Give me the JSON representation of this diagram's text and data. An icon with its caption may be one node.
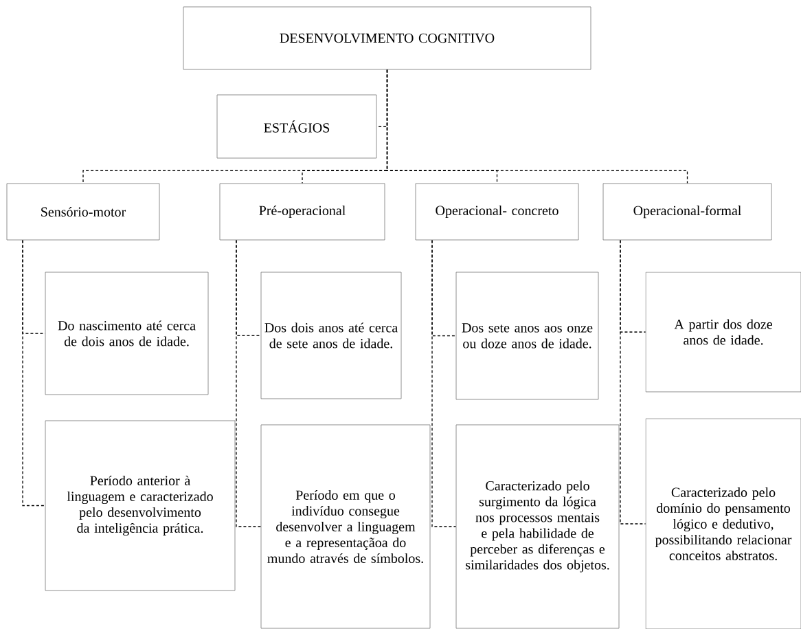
{
  "diagram": {
    "nodes": [
      {
        "text": [
          "DESENVOLVIMENTO COGNITIVO"
        ]
      },
      {
        "text": [
          "ESTÁGIOS"
        ]
      },
      {
        "text": [
          "Sensório-motor"
        ]
      },
      {
        "text": [
          "Pré-operacional"
        ]
      },
      {
        "text": [
          "Operacional- concreto"
        ]
      },
      {
        "text": [
          "Operacional-formal"
        ]
      },
      {
        "text": [
          "Do nascimento até cerca de dois anos de idade."
        ]
      },
      {
        "text": [
          "Dos dois anos até cerca de sete anos de idade."
        ]
      },
      {
        "text": [
          "Dos sete anos aos onze ou doze anos de idade."
        ]
      },
      {
        "text": [
          "A partir dos doze anos de idade."
        ]
      },
      {
        "text": [
          "Período anterior à linguagem e caracterizado pelo desenvolvimento da inteligência prática."
        ]
      },
      {
        "text": [
          "Período em que o indivíduo consegue desenvolver a linguagem e a representaçãoa do mundo através de símbolos."
        ]
      },
      {
        "text": [
          "Caracterizado pelo surgimento da lógica nos processos mentais e pela habilidade de perceber as diferenças e similaridades dos objetos."
        ]
      },
      {
        "text": [
          "Caracterizado pelo domínio do pensamento lógico e dedutivo, possibilitando relacionar conceitos abstratos."
        ]
      }
    ],
    "edges": [
      {
        "from": 0,
        "to": 1,
        "arrow": "none",
        "style": "dashed"
      },
      {
        "from": 0,
        "to": 2,
        "arrow": "none",
        "style": "dashed"
      },
      {
        "from": 0,
        "to": 3,
        "arrow": "none",
        "style": "dashed"
      },
      {
        "from": 0,
        "to": 4,
        "arrow": "none",
        "style": "dashed"
      },
      {
        "from": 0,
        "to": 5,
        "arrow": "none",
        "style": "dashed"
      },
      {
        "from": 2,
        "to": 6,
        "arrow": "none",
        "style": "dashed"
      },
      {
        "from": 2,
        "to": 10,
        "arrow": "none",
        "style": "dashed"
      },
      {
        "from": 3,
        "to": 7,
        "arrow": "none",
        "style": "dashed"
      },
      {
        "from": 3,
        "to": 11,
        "arrow": "none",
        "style": "dashed"
      },
      {
        "from": 4,
        "to": 8,
        "arrow": "none",
        "style": "dashed"
      },
      {
        "from": 4,
        "to": 12,
        "arrow": "none",
        "style": "dashed"
      },
      {
        "from": 5,
        "to": 9,
        "arrow": "none",
        "style": "dashed"
      },
      {
        "from": 5,
        "to": 13,
        "arrow": "none",
        "style": "dashed"
      }
    ]
  }
}
